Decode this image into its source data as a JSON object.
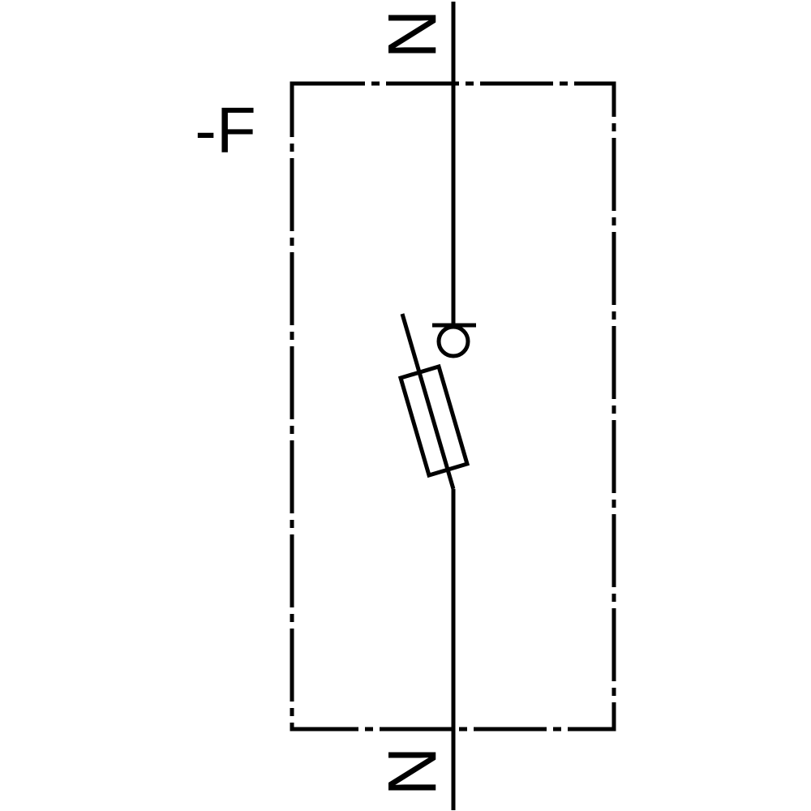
{
  "diagram": {
    "device_label": "-F",
    "terminal_top_label": "N",
    "terminal_bottom_label": "N",
    "line_color": "#000000",
    "background_color": "#ffffff"
  }
}
